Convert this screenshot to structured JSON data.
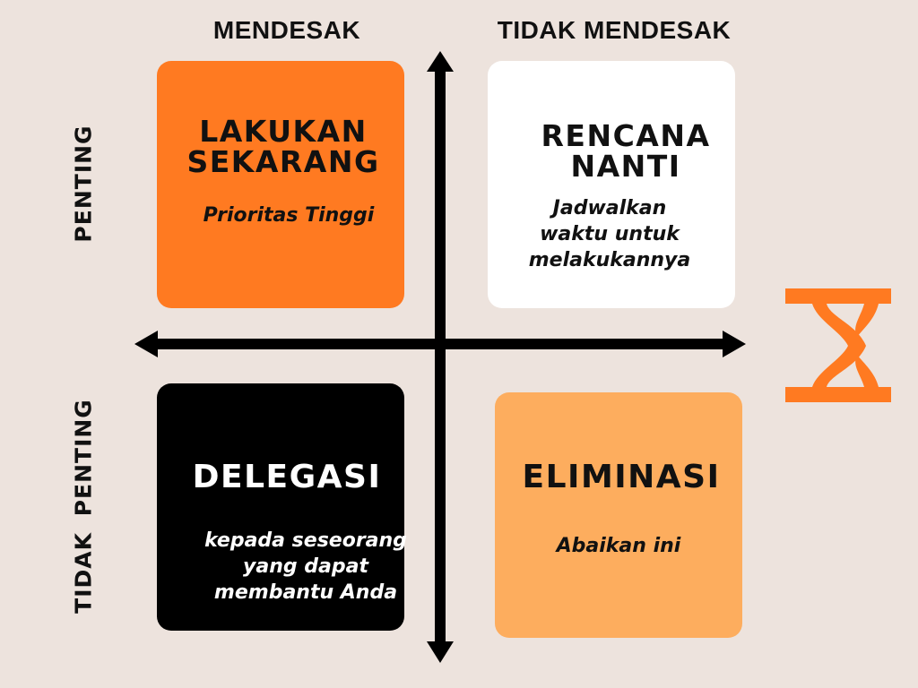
{
  "columns": {
    "urgent": "MENDESAK",
    "not_urgent": "TIDAK MENDESAK"
  },
  "rows": {
    "important": "PENTING",
    "not_important": "TIDAK PENTING"
  },
  "quadrants": {
    "do": {
      "title": "LAKUKAN\nSEKARANG",
      "subtitle": "Prioritas Tinggi",
      "color": "#ff7a21"
    },
    "plan": {
      "title": "RENCANA\nNANTI",
      "subtitle": "Jadwalkan\nwaktu untuk\nmelakukannya",
      "color": "#ffffff"
    },
    "delegate": {
      "title": "DELEGASI",
      "subtitle": "kepada seseorang\nyang dapat\nmembantu Anda",
      "color": "#000000"
    },
    "eliminate": {
      "title": "ELIMINASI",
      "subtitle": "Abaikan ini",
      "color": "#fdad5e"
    }
  },
  "colors": {
    "background": "#ede3dd",
    "axis": "#000000",
    "icon": "#ff7a21"
  },
  "icon": "hourglass-icon"
}
